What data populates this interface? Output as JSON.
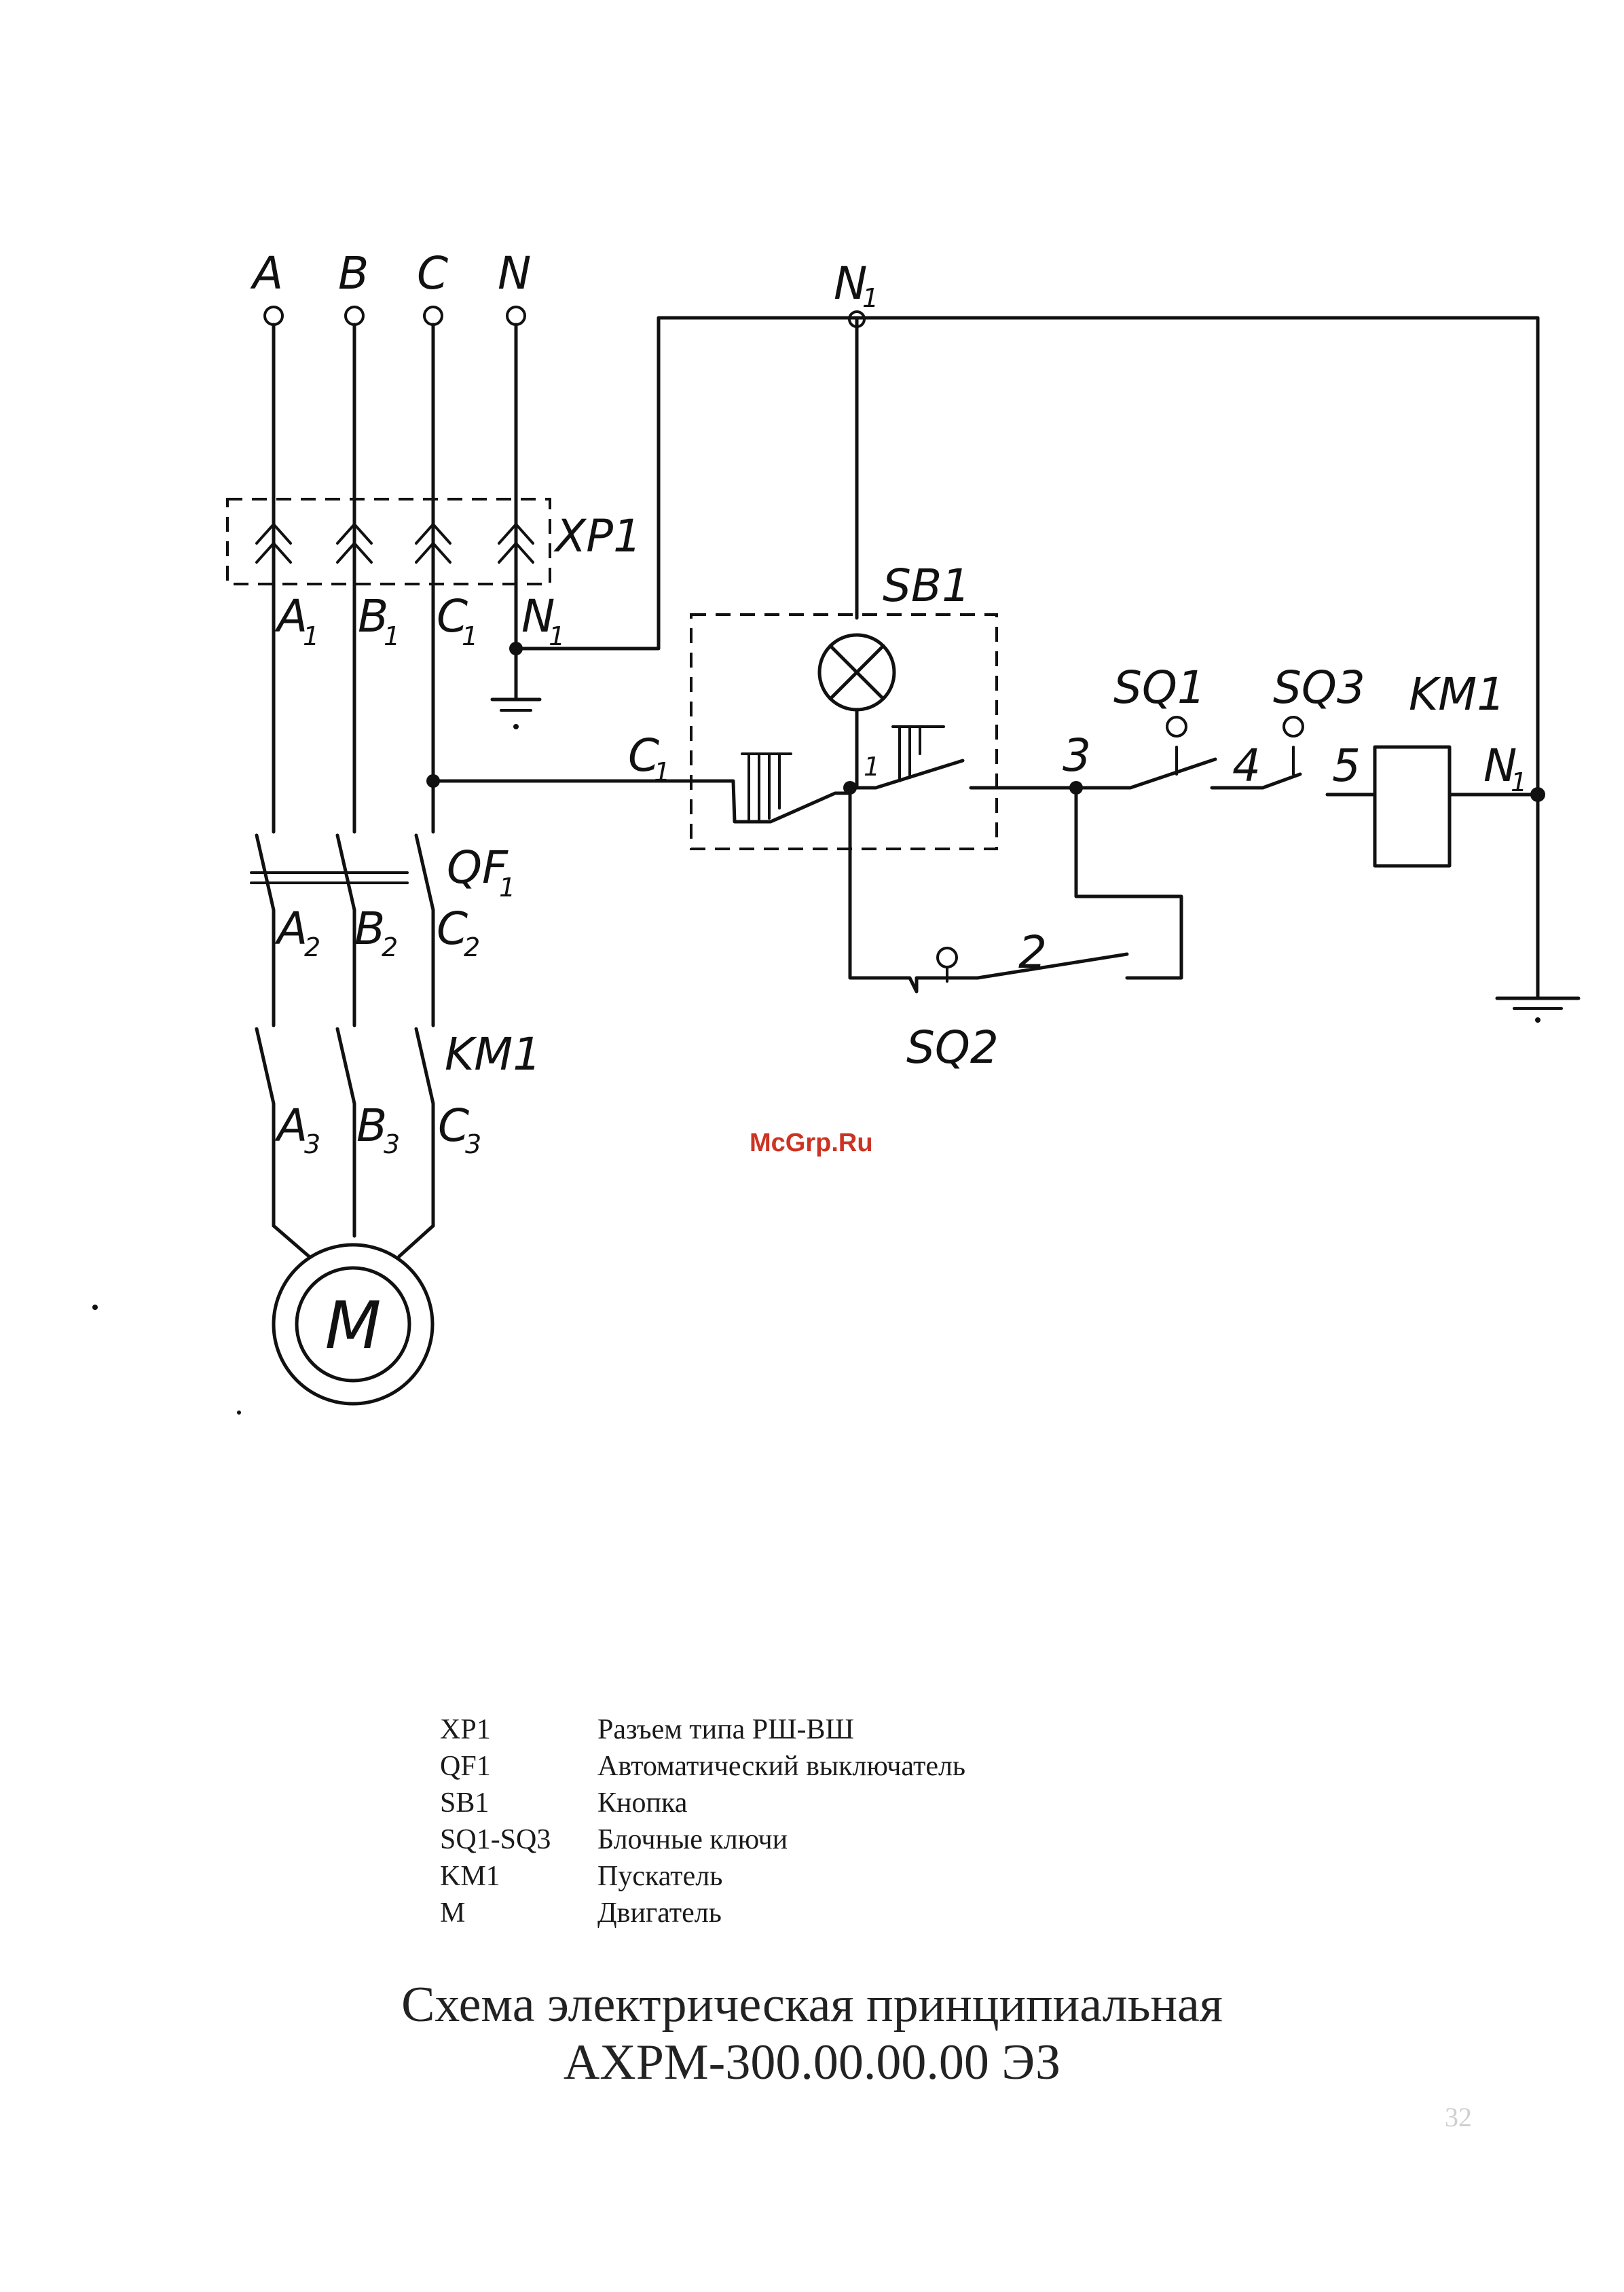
{
  "schematic": {
    "phases": [
      "A",
      "B",
      "C",
      "N"
    ],
    "connector_xp1": {
      "designation": "XP1",
      "outputs": [
        "A",
        "B",
        "C",
        "N"
      ],
      "output_indices": [
        "1",
        "1",
        "1",
        "1"
      ]
    },
    "breaker_qf1": {
      "designation": "QF",
      "designation_index": "1",
      "outputs": [
        "A",
        "B",
        "C"
      ],
      "output_indices": [
        "2",
        "2",
        "2"
      ]
    },
    "starter_km1": {
      "designation": "KM1",
      "outputs": [
        "A",
        "B",
        "C"
      ],
      "output_indices": [
        "3",
        "3",
        "3"
      ]
    },
    "motor": {
      "designation": "M"
    },
    "neutral_node": {
      "name": "N",
      "index": "1"
    },
    "button_sb1": {
      "designation": "SB1",
      "input_node": "C",
      "input_index": "1",
      "output_node": "1"
    },
    "limit_switches": [
      "SQ1",
      "SQ3",
      "SQ2"
    ],
    "nodes": [
      "1",
      "2",
      "3",
      "4",
      "5"
    ],
    "coil_km1": {
      "designation": "KM1",
      "output_node": "N",
      "output_index": "1"
    }
  },
  "legend": [
    {
      "code": "XP1",
      "description": "Разъем типа РШ-ВШ"
    },
    {
      "code": "QF1",
      "description": "Автоматический выключатель"
    },
    {
      "code": "SB1",
      "description": "Кнопка"
    },
    {
      "code": "SQ1-SQ3",
      "description": "Блочные ключи"
    },
    {
      "code": "KM1",
      "description": "Пускатель"
    },
    {
      "code": "M",
      "description": "Двигатель"
    }
  ],
  "title": {
    "line1": "Схема электрическая принципиальная",
    "line2": "АХРМ-300.00.00.00 ЭЗ"
  },
  "watermark": "McGrp.Ru",
  "page_number": "32"
}
